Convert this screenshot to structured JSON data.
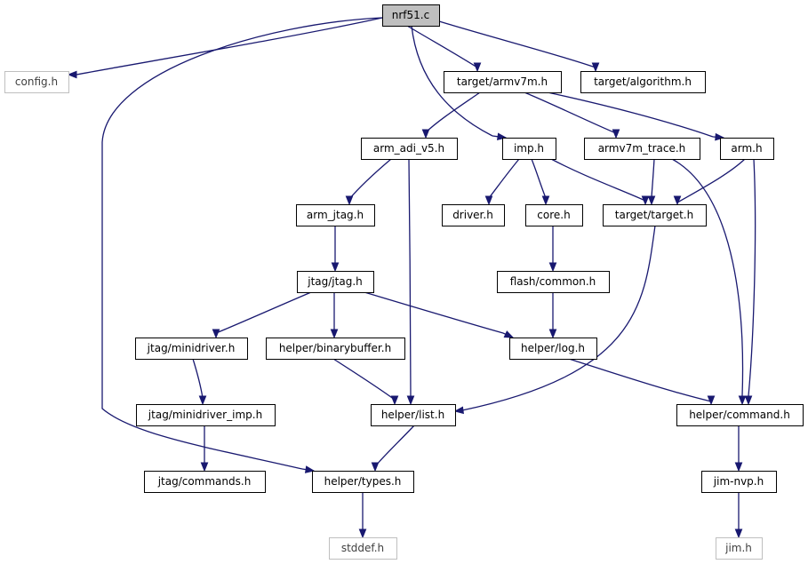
{
  "diagram": {
    "nodes": [
      {
        "id": "nrf51",
        "label": "nrf51.c",
        "kind": "root"
      },
      {
        "id": "config",
        "label": "config.h",
        "kind": "external"
      },
      {
        "id": "armv7m",
        "label": "target/armv7m.h",
        "kind": "normal"
      },
      {
        "id": "algorithm",
        "label": "target/algorithm.h",
        "kind": "normal"
      },
      {
        "id": "arm_adi",
        "label": "arm_adi_v5.h",
        "kind": "normal"
      },
      {
        "id": "imp",
        "label": "imp.h",
        "kind": "normal"
      },
      {
        "id": "armv7m_trace",
        "label": "armv7m_trace.h",
        "kind": "normal"
      },
      {
        "id": "arm",
        "label": "arm.h",
        "kind": "normal"
      },
      {
        "id": "arm_jtag",
        "label": "arm_jtag.h",
        "kind": "normal"
      },
      {
        "id": "driver",
        "label": "driver.h",
        "kind": "normal"
      },
      {
        "id": "core",
        "label": "core.h",
        "kind": "normal"
      },
      {
        "id": "target",
        "label": "target/target.h",
        "kind": "normal"
      },
      {
        "id": "jtag",
        "label": "jtag/jtag.h",
        "kind": "normal"
      },
      {
        "id": "flash_common",
        "label": "flash/common.h",
        "kind": "normal"
      },
      {
        "id": "minidriver",
        "label": "jtag/minidriver.h",
        "kind": "normal"
      },
      {
        "id": "binarybuffer",
        "label": "helper/binarybuffer.h",
        "kind": "normal"
      },
      {
        "id": "log",
        "label": "helper/log.h",
        "kind": "normal"
      },
      {
        "id": "minidriver_imp",
        "label": "jtag/minidriver_imp.h",
        "kind": "normal"
      },
      {
        "id": "list",
        "label": "helper/list.h",
        "kind": "normal"
      },
      {
        "id": "command",
        "label": "helper/command.h",
        "kind": "normal"
      },
      {
        "id": "commands",
        "label": "jtag/commands.h",
        "kind": "normal"
      },
      {
        "id": "types",
        "label": "helper/types.h",
        "kind": "normal"
      },
      {
        "id": "jim_nvp",
        "label": "jim-nvp.h",
        "kind": "normal"
      },
      {
        "id": "stddef",
        "label": "stddef.h",
        "kind": "external"
      },
      {
        "id": "jim",
        "label": "jim.h",
        "kind": "external"
      }
    ],
    "edges": [
      {
        "from": "nrf51",
        "to": "config"
      },
      {
        "from": "nrf51",
        "to": "armv7m"
      },
      {
        "from": "nrf51",
        "to": "algorithm"
      },
      {
        "from": "nrf51",
        "to": "imp"
      },
      {
        "from": "nrf51",
        "to": "types"
      },
      {
        "from": "armv7m",
        "to": "arm_adi"
      },
      {
        "from": "armv7m",
        "to": "armv7m_trace"
      },
      {
        "from": "armv7m",
        "to": "arm"
      },
      {
        "from": "arm_adi",
        "to": "arm_jtag"
      },
      {
        "from": "arm_adi",
        "to": "list"
      },
      {
        "from": "imp",
        "to": "driver"
      },
      {
        "from": "imp",
        "to": "core"
      },
      {
        "from": "imp",
        "to": "target"
      },
      {
        "from": "armv7m_trace",
        "to": "target"
      },
      {
        "from": "armv7m_trace",
        "to": "command"
      },
      {
        "from": "arm",
        "to": "target"
      },
      {
        "from": "arm",
        "to": "command"
      },
      {
        "from": "arm_jtag",
        "to": "jtag"
      },
      {
        "from": "core",
        "to": "flash_common"
      },
      {
        "from": "target",
        "to": "list"
      },
      {
        "from": "jtag",
        "to": "minidriver"
      },
      {
        "from": "jtag",
        "to": "binarybuffer"
      },
      {
        "from": "jtag",
        "to": "log"
      },
      {
        "from": "flash_common",
        "to": "log"
      },
      {
        "from": "minidriver",
        "to": "minidriver_imp"
      },
      {
        "from": "binarybuffer",
        "to": "list"
      },
      {
        "from": "log",
        "to": "command"
      },
      {
        "from": "minidriver_imp",
        "to": "commands"
      },
      {
        "from": "list",
        "to": "types"
      },
      {
        "from": "command",
        "to": "jim_nvp"
      },
      {
        "from": "types",
        "to": "stddef"
      },
      {
        "from": "jim_nvp",
        "to": "jim"
      }
    ],
    "colors": {
      "edge": "#191970",
      "root_fill": "#bfbfbf",
      "external_border": "#bfbfbf"
    }
  }
}
